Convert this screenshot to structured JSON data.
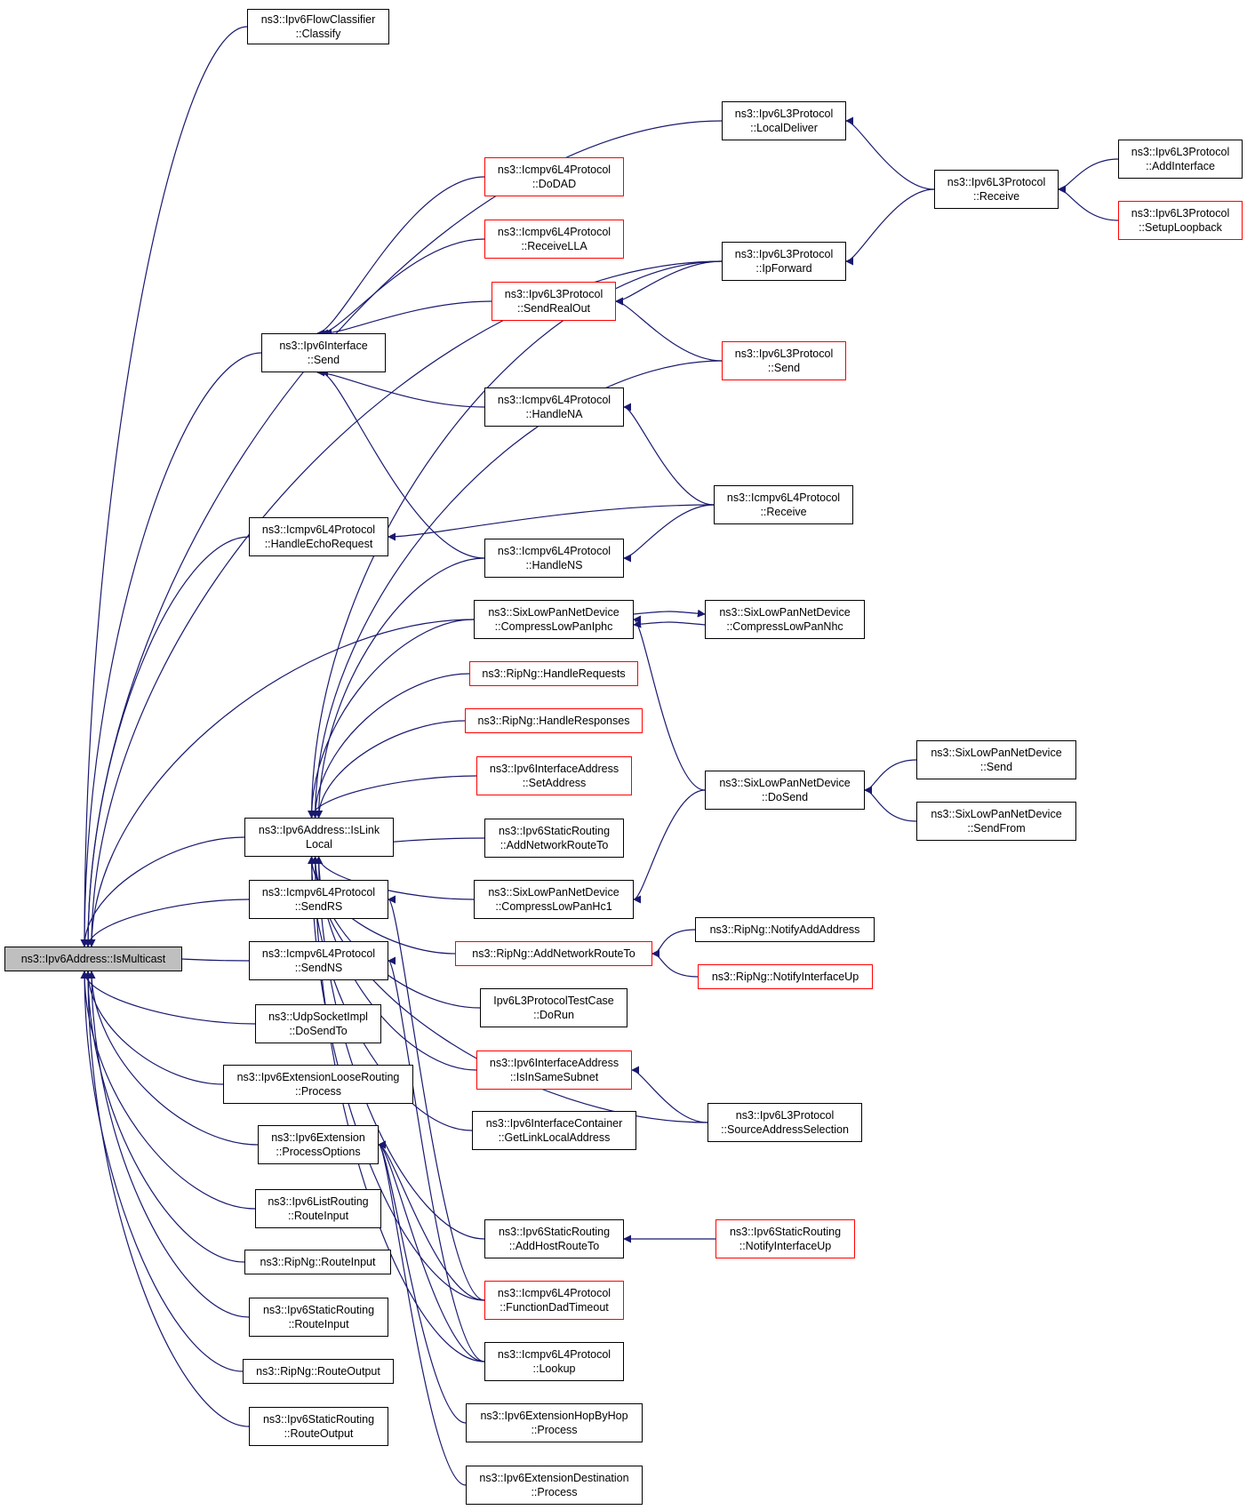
{
  "colors": {
    "edge": "#191970",
    "node_border": "#000000",
    "truncated_border": "#ff0000",
    "root_fill": "#bfbfbf"
  },
  "nodes": [
    {
      "id": "root",
      "lines": [
        "ns3::Ipv6Address::IsMulticast"
      ],
      "red": false,
      "root": true
    },
    {
      "id": "flow_classify",
      "lines": [
        "ns3::Ipv6FlowClassifier",
        "::Classify"
      ],
      "red": false
    },
    {
      "id": "l3_localdeliver",
      "lines": [
        "ns3::Ipv6L3Protocol",
        "::LocalDeliver"
      ],
      "red": false
    },
    {
      "id": "l3_receive",
      "lines": [
        "ns3::Ipv6L3Protocol",
        "::Receive"
      ],
      "red": false
    },
    {
      "id": "l3_addinterface",
      "lines": [
        "ns3::Ipv6L3Protocol",
        "::AddInterface"
      ],
      "red": false
    },
    {
      "id": "l3_setuploopback",
      "lines": [
        "ns3::Ipv6L3Protocol",
        "::SetupLoopback"
      ],
      "red": true
    },
    {
      "id": "icmp_dodad",
      "lines": [
        "ns3::Icmpv6L4Protocol",
        "::DoDAD"
      ],
      "red": true
    },
    {
      "id": "icmp_receivella",
      "lines": [
        "ns3::Icmpv6L4Protocol",
        "::ReceiveLLA"
      ],
      "red": true
    },
    {
      "id": "l3_ipforward",
      "lines": [
        "ns3::Ipv6L3Protocol",
        "::IpForward"
      ],
      "red": false
    },
    {
      "id": "l3_sendrealout",
      "lines": [
        "ns3::Ipv6L3Protocol",
        "::SendRealOut"
      ],
      "red": true
    },
    {
      "id": "if_send",
      "lines": [
        "ns3::Ipv6Interface",
        "::Send"
      ],
      "red": false
    },
    {
      "id": "l3_send",
      "lines": [
        "ns3::Ipv6L3Protocol",
        "::Send"
      ],
      "red": true
    },
    {
      "id": "icmp_handlena",
      "lines": [
        "ns3::Icmpv6L4Protocol",
        "::HandleNA"
      ],
      "red": false
    },
    {
      "id": "icmp_receive",
      "lines": [
        "ns3::Icmpv6L4Protocol",
        "::Receive"
      ],
      "red": false
    },
    {
      "id": "icmp_handleecho",
      "lines": [
        "ns3::Icmpv6L4Protocol",
        "::HandleEchoRequest"
      ],
      "red": false
    },
    {
      "id": "icmp_handlens",
      "lines": [
        "ns3::Icmpv6L4Protocol",
        "::HandleNS"
      ],
      "red": false
    },
    {
      "id": "six_compressiphc",
      "lines": [
        "ns3::SixLowPanNetDevice",
        "::CompressLowPanIphc"
      ],
      "red": false
    },
    {
      "id": "six_compressnhc",
      "lines": [
        "ns3::SixLowPanNetDevice",
        "::CompressLowPanNhc"
      ],
      "red": false
    },
    {
      "id": "rip_handlerequests",
      "lines": [
        "ns3::RipNg::HandleRequests"
      ],
      "red": true
    },
    {
      "id": "rip_handleresponses",
      "lines": [
        "ns3::RipNg::HandleResponses"
      ],
      "red": true
    },
    {
      "id": "ifaddr_setaddress",
      "lines": [
        "ns3::Ipv6InterfaceAddress",
        "::SetAddress"
      ],
      "red": true
    },
    {
      "id": "six_dosend",
      "lines": [
        "ns3::SixLowPanNetDevice",
        "::DoSend"
      ],
      "red": false
    },
    {
      "id": "six_send",
      "lines": [
        "ns3::SixLowPanNetDevice",
        "::Send"
      ],
      "red": false
    },
    {
      "id": "six_sendfrom",
      "lines": [
        "ns3::SixLowPanNetDevice",
        "::SendFrom"
      ],
      "red": false
    },
    {
      "id": "addr_islinklocal",
      "lines": [
        "ns3::Ipv6Address::IsLink",
        "Local"
      ],
      "red": false
    },
    {
      "id": "sr_addnetworkrouteto",
      "lines": [
        "ns3::Ipv6StaticRouting",
        "::AddNetworkRouteTo"
      ],
      "red": false
    },
    {
      "id": "six_compresshc1",
      "lines": [
        "ns3::SixLowPanNetDevice",
        "::CompressLowPanHc1"
      ],
      "red": false
    },
    {
      "id": "icmp_sendrs",
      "lines": [
        "ns3::Icmpv6L4Protocol",
        "::SendRS"
      ],
      "red": false
    },
    {
      "id": "rip_addnetworkrouteto",
      "lines": [
        "ns3::RipNg::AddNetworkRouteTo"
      ],
      "red": true
    },
    {
      "id": "rip_notifyaddaddress",
      "lines": [
        "ns3::RipNg::NotifyAddAddress"
      ],
      "red": false
    },
    {
      "id": "rip_notifyinterfaceup",
      "lines": [
        "ns3::RipNg::NotifyInterfaceUp"
      ],
      "red": true
    },
    {
      "id": "icmp_sendns",
      "lines": [
        "ns3::Icmpv6L4Protocol",
        "::SendNS"
      ],
      "red": false
    },
    {
      "id": "l3test_dorun",
      "lines": [
        "Ipv6L3ProtocolTestCase",
        "::DoRun"
      ],
      "red": false
    },
    {
      "id": "udp_dosendto",
      "lines": [
        "ns3::UdpSocketImpl",
        "::DoSendTo"
      ],
      "red": false
    },
    {
      "id": "ifaddr_isinsamesubnet",
      "lines": [
        "ns3::Ipv6InterfaceAddress",
        "::IsInSameSubnet"
      ],
      "red": true
    },
    {
      "id": "l3_sourceaddrsel",
      "lines": [
        "ns3::Ipv6L3Protocol",
        "::SourceAddressSelection"
      ],
      "red": false
    },
    {
      "id": "ext_loose_process",
      "lines": [
        "ns3::Ipv6ExtensionLooseRouting",
        "::Process"
      ],
      "red": false
    },
    {
      "id": "ifcont_getlinklocal",
      "lines": [
        "ns3::Ipv6InterfaceContainer",
        "::GetLinkLocalAddress"
      ],
      "red": false
    },
    {
      "id": "ext_processoptions",
      "lines": [
        "ns3::Ipv6Extension",
        "::ProcessOptions"
      ],
      "red": false
    },
    {
      "id": "lr_routeinput",
      "lines": [
        "ns3::Ipv6ListRouting",
        "::RouteInput"
      ],
      "red": false
    },
    {
      "id": "sr_addhostrouteto",
      "lines": [
        "ns3::Ipv6StaticRouting",
        "::AddHostRouteTo"
      ],
      "red": false
    },
    {
      "id": "sr_notifyinterfaceup",
      "lines": [
        "ns3::Ipv6StaticRouting",
        "::NotifyInterfaceUp"
      ],
      "red": true
    },
    {
      "id": "rip_routeinput",
      "lines": [
        "ns3::RipNg::RouteInput"
      ],
      "red": false
    },
    {
      "id": "icmp_functiondad",
      "lines": [
        "ns3::Icmpv6L4Protocol",
        "::FunctionDadTimeout"
      ],
      "red": true
    },
    {
      "id": "sr_routeinput",
      "lines": [
        "ns3::Ipv6StaticRouting",
        "::RouteInput"
      ],
      "red": false
    },
    {
      "id": "icmp_lookup",
      "lines": [
        "ns3::Icmpv6L4Protocol",
        "::Lookup"
      ],
      "red": false
    },
    {
      "id": "rip_routeoutput",
      "lines": [
        "ns3::RipNg::RouteOutput"
      ],
      "red": false
    },
    {
      "id": "ext_hbh_process",
      "lines": [
        "ns3::Ipv6ExtensionHopByHop",
        "::Process"
      ],
      "red": false
    },
    {
      "id": "sr_routeoutput",
      "lines": [
        "ns3::Ipv6StaticRouting",
        "::RouteOutput"
      ],
      "red": false
    },
    {
      "id": "ext_dest_process",
      "lines": [
        "ns3::Ipv6ExtensionDestination",
        "::Process"
      ],
      "red": false
    }
  ],
  "edges": [
    [
      "flow_classify",
      "root"
    ],
    [
      "l3_localdeliver",
      "root"
    ],
    [
      "l3_ipforward",
      "root"
    ],
    [
      "if_send",
      "root"
    ],
    [
      "icmp_handleecho",
      "root"
    ],
    [
      "six_compressiphc",
      "root"
    ],
    [
      "addr_islinklocal",
      "root"
    ],
    [
      "icmp_sendrs",
      "root"
    ],
    [
      "icmp_sendns",
      "root"
    ],
    [
      "udp_dosendto",
      "root"
    ],
    [
      "ext_loose_process",
      "root"
    ],
    [
      "ext_processoptions",
      "root"
    ],
    [
      "lr_routeinput",
      "root"
    ],
    [
      "rip_routeinput",
      "root"
    ],
    [
      "sr_routeinput",
      "root"
    ],
    [
      "rip_routeoutput",
      "root"
    ],
    [
      "sr_routeoutput",
      "root"
    ],
    [
      "l3_receive",
      "l3_localdeliver"
    ],
    [
      "l3_receive",
      "l3_ipforward"
    ],
    [
      "l3_addinterface",
      "l3_receive"
    ],
    [
      "l3_setuploopback",
      "l3_receive"
    ],
    [
      "icmp_dodad",
      "if_send"
    ],
    [
      "icmp_receivella",
      "if_send"
    ],
    [
      "l3_sendrealout",
      "if_send"
    ],
    [
      "icmp_handlena",
      "if_send"
    ],
    [
      "icmp_handlens",
      "if_send"
    ],
    [
      "l3_ipforward",
      "l3_sendrealout"
    ],
    [
      "l3_send",
      "l3_sendrealout"
    ],
    [
      "icmp_receive",
      "icmp_handlena"
    ],
    [
      "icmp_receive",
      "icmp_handleecho"
    ],
    [
      "icmp_receive",
      "icmp_handlens"
    ],
    [
      "six_compressnhc",
      "six_compressiphc"
    ],
    [
      "six_compressiphc",
      "six_compressnhc"
    ],
    [
      "six_dosend",
      "six_compressiphc"
    ],
    [
      "six_send",
      "six_dosend"
    ],
    [
      "six_sendfrom",
      "six_dosend"
    ],
    [
      "six_dosend",
      "six_compresshc1"
    ],
    [
      "rip_notifyaddaddress",
      "rip_addnetworkrouteto"
    ],
    [
      "rip_notifyinterfaceup",
      "rip_addnetworkrouteto"
    ],
    [
      "l3_sourceaddrsel",
      "ifaddr_isinsamesubnet"
    ],
    [
      "sr_notifyinterfaceup",
      "sr_addhostrouteto"
    ],
    [
      "l3_ipforward",
      "addr_islinklocal"
    ],
    [
      "l3_send",
      "addr_islinklocal"
    ],
    [
      "icmp_handlens",
      "addr_islinklocal"
    ],
    [
      "six_compressiphc",
      "addr_islinklocal"
    ],
    [
      "rip_handlerequests",
      "addr_islinklocal"
    ],
    [
      "rip_handleresponses",
      "addr_islinklocal"
    ],
    [
      "ifaddr_setaddress",
      "addr_islinklocal"
    ],
    [
      "sr_addnetworkrouteto",
      "addr_islinklocal"
    ],
    [
      "six_compresshc1",
      "addr_islinklocal"
    ],
    [
      "rip_addnetworkrouteto",
      "addr_islinklocal"
    ],
    [
      "l3test_dorun",
      "addr_islinklocal"
    ],
    [
      "ifaddr_isinsamesubnet",
      "addr_islinklocal"
    ],
    [
      "ifcont_getlinklocal",
      "addr_islinklocal"
    ],
    [
      "l3_sourceaddrsel",
      "addr_islinklocal"
    ],
    [
      "sr_addhostrouteto",
      "addr_islinklocal"
    ],
    [
      "icmp_functiondad",
      "addr_islinklocal"
    ],
    [
      "icmp_lookup",
      "addr_islinklocal"
    ],
    [
      "icmp_functiondad",
      "icmp_sendrs"
    ],
    [
      "icmp_lookup",
      "icmp_sendns"
    ],
    [
      "ext_hbh_process",
      "ext_processoptions"
    ],
    [
      "ext_dest_process",
      "ext_processoptions"
    ],
    [
      "icmp_functiondad",
      "ext_processoptions"
    ],
    [
      "icmp_lookup",
      "ext_processoptions"
    ]
  ]
}
